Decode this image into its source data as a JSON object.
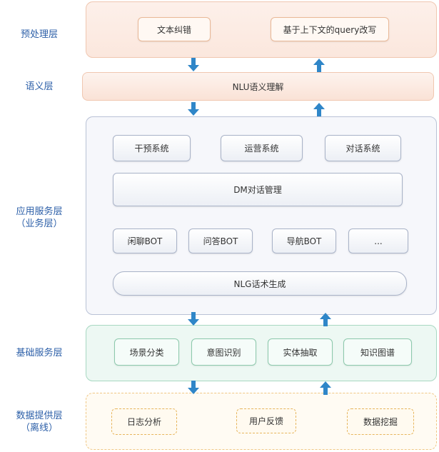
{
  "layers": {
    "preprocess": {
      "label": "预处理层",
      "boxes": [
        "文本纠错",
        "基于上下文的query改写"
      ]
    },
    "semantic": {
      "label": "语义层",
      "box": "NLU语义理解"
    },
    "application": {
      "label_line1": "应用服务层",
      "label_line2": "（业务层）",
      "systems": [
        "干预系统",
        "运营系统",
        "对话系统"
      ],
      "dm": "DM对话管理",
      "bots": [
        "闲聊BOT",
        "问答BOT",
        "导航BOT",
        "..."
      ],
      "nlg": "NLG话术生成"
    },
    "base": {
      "label": "基础服务层",
      "boxes": [
        "场景分类",
        "意图识别",
        "实体抽取",
        "知识图谱"
      ]
    },
    "data": {
      "label_line1": "数据提供层",
      "label_line2": "（离线）",
      "boxes": [
        "日志分析",
        "用户反馈",
        "数据挖掘"
      ]
    }
  },
  "colors": {
    "arrow": "#2f86c8",
    "label": "#2c5fa8"
  },
  "icons": {
    "down": "down-arrow-icon",
    "up": "up-arrow-icon"
  }
}
